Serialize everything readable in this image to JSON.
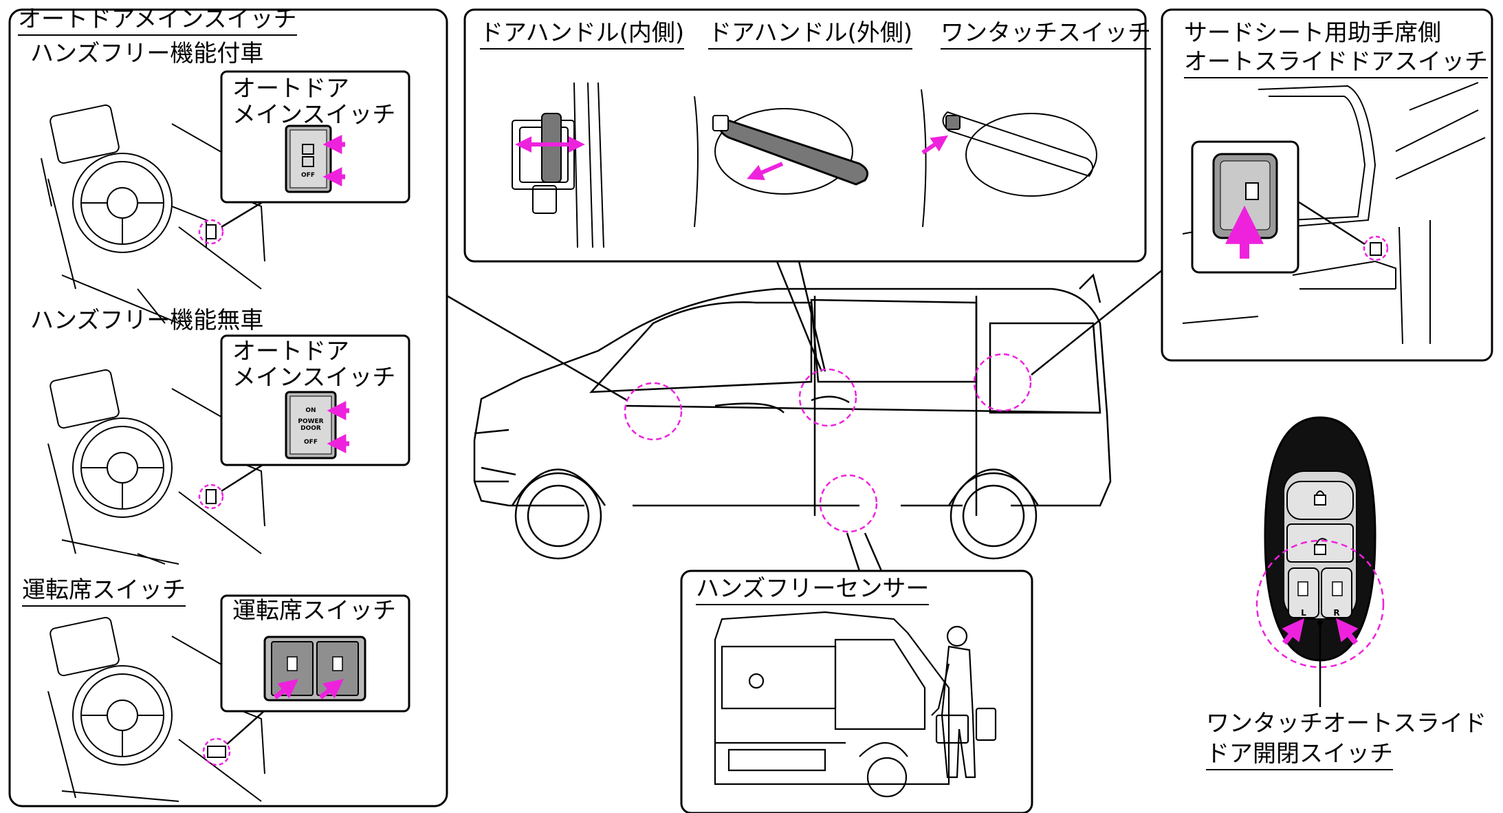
{
  "colors": {
    "accent": "#ee22dd",
    "line": "#000000",
    "switch_face": "#b9b9b9",
    "handle_fill": "#777777",
    "fob_body": "#111111"
  },
  "left_panel": {
    "title": "オートドアメインスイッチ",
    "section1": {
      "heading": "ハンズフリー機能付車",
      "callout_title": "オートドア\nメインスイッチ",
      "switch_off": "OFF"
    },
    "section2": {
      "heading": "ハンズフリー機能無車",
      "callout_title": "オートドア\nメインスイッチ",
      "switch_on": "ON",
      "switch_power": "POWER\nDOOR",
      "switch_off": "OFF"
    },
    "section3": {
      "heading": "運転席スイッチ",
      "callout_title": "運転席スイッチ"
    }
  },
  "top_middle_panel": {
    "item1": "ドアハンドル(内側)",
    "item2": "ドアハンドル(外側)",
    "item3": "ワンタッチスイッチ"
  },
  "top_right_panel": {
    "title_line1": "サードシート用助手席側",
    "title_line2": "オートスライドドアスイッチ"
  },
  "sensor_panel": {
    "title": "ハンズフリーセンサー"
  },
  "key_fob": {
    "label_line1": "ワンタッチオートスライド",
    "label_line2": "ドア開閉スイッチ",
    "left_button": "L",
    "right_button": "R"
  }
}
